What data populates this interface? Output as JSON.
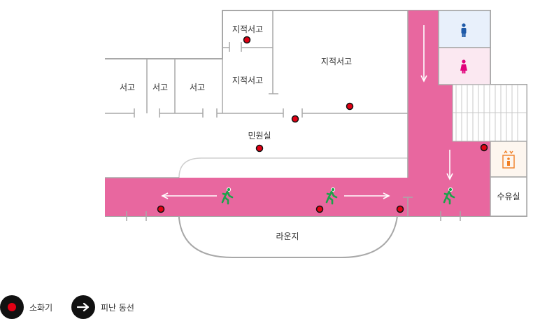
{
  "rooms": {
    "archive_small_a": "지적서고",
    "archive_small_b": "지적서고",
    "archive_large": "지적서고",
    "storage_1": "서고",
    "storage_2": "서고",
    "storage_3": "서고",
    "civil_service": "민원실",
    "lounge": "라운지",
    "nursing": "수유실"
  },
  "legend": {
    "extinguisher": "소화기",
    "evacuation": "피난 동선"
  },
  "colors": {
    "corridor": "#e8679f",
    "extinguisher": "#e10014",
    "exit_runner": "#1aa34a",
    "male_restroom": "#1f5aa8",
    "female_restroom": "#e0007a",
    "elevator": "#f07f25",
    "wall": "#a8a8a8"
  }
}
